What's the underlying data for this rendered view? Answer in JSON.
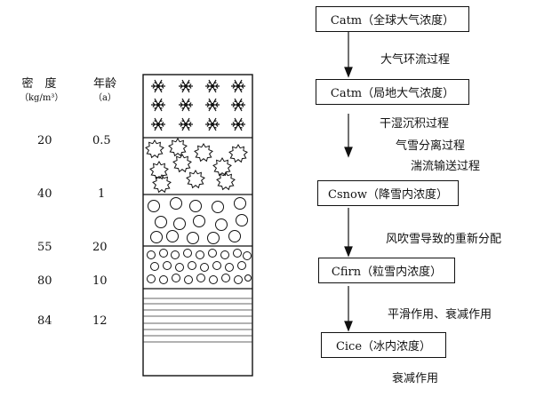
{
  "left_table": {
    "density_header": "密　度",
    "density_unit": "（kg/m³）",
    "age_header": "年龄",
    "age_unit": "（a）",
    "rows": [
      {
        "density": "20",
        "age": "0.5"
      },
      {
        "density": "40",
        "age": "1"
      },
      {
        "density": "55",
        "age": "20"
      },
      {
        "density": "80",
        "age": "10"
      },
      {
        "density": "84",
        "age": "12"
      }
    ]
  },
  "flow": {
    "boxes": [
      "Catm（全球大气浓度）",
      "Catm（局地大气浓度）",
      "Csnow（降雪内浓度）",
      "Cfirn（粒雪内浓度）",
      "Cice（冰内浓度）"
    ],
    "processes": [
      [
        "大气环流过程"
      ],
      [
        "干湿沉积过程",
        "气雪分离过程",
        "湍流输送过程"
      ],
      [
        "风吹雪导致的重新分配"
      ],
      [
        "平滑作用、衰减作用"
      ],
      [
        "衰减作用"
      ]
    ]
  },
  "layers": [
    {
      "name": "snowflake-layer",
      "texture": "snowflakes"
    },
    {
      "name": "new-snow-layer",
      "texture": "jagged-circles"
    },
    {
      "name": "large-grain-layer",
      "texture": "large-circles"
    },
    {
      "name": "small-grain-layer",
      "texture": "small-circles"
    },
    {
      "name": "ice-layer",
      "texture": "horizontal-lines"
    }
  ]
}
